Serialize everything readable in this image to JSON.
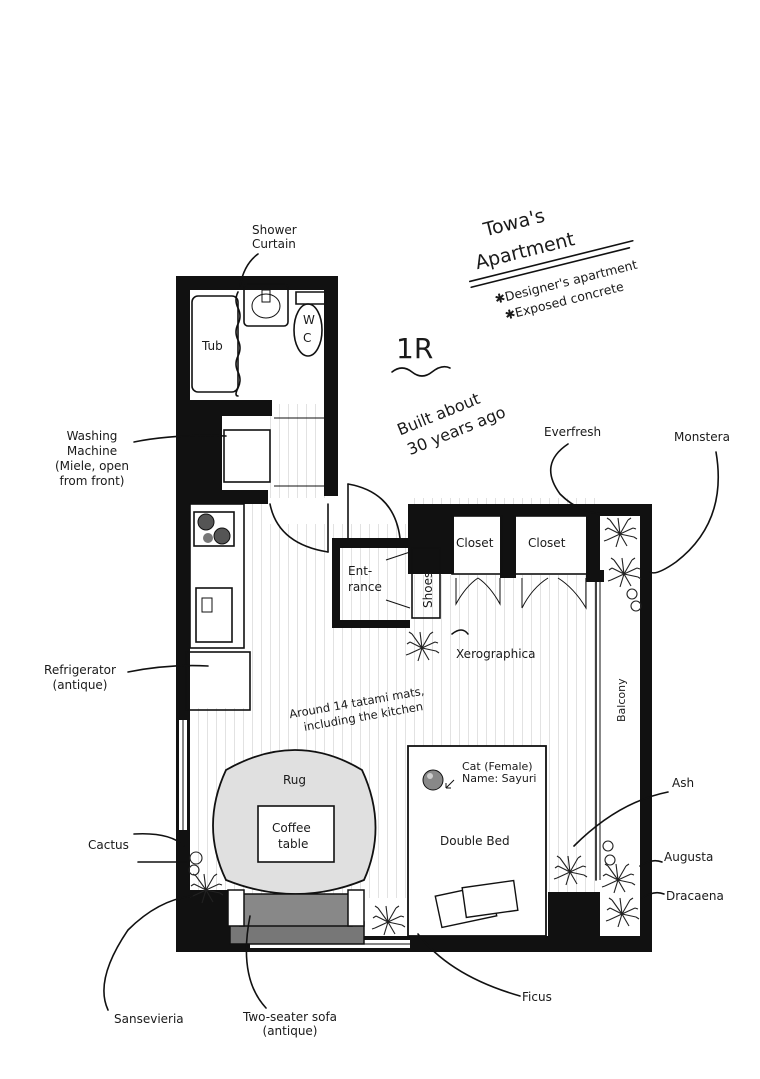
{
  "title": {
    "line1": "Towa's",
    "line2": "Apartment",
    "notes": [
      "✱Designer's apartment",
      "✱Exposed concrete"
    ]
  },
  "layout": {
    "type": "1R",
    "age": [
      "Built about",
      "30 years ago"
    ]
  },
  "rooms": {
    "tub": "Tub",
    "wc": [
      "W",
      "C"
    ],
    "entrance": [
      "Ent-",
      "rance"
    ],
    "shoes": "Shoes",
    "closet_left": "Closet",
    "closet_right": "Closet",
    "balcony": "Balcony",
    "floor_note": [
      "Around 14 tatami mats,",
      "including the kitchen"
    ],
    "rug": "Rug",
    "coffee_table": [
      "Coffee",
      "table"
    ],
    "double_bed": "Double Bed",
    "cat": [
      "Cat (Female)",
      "Name: Sayuri"
    ]
  },
  "callouts": {
    "shower_curtain": [
      "Shower",
      "Curtain"
    ],
    "washing_machine": [
      "Washing",
      "Machine",
      "(Miele, open",
      "from front)"
    ],
    "refrigerator": [
      "Refrigerator",
      "(antique)"
    ],
    "cactus": "Cactus",
    "sansevieria": "Sansevieria",
    "sofa": [
      "Two-seater sofa",
      "(antique)"
    ],
    "ficus": "Ficus",
    "xerographica": "Xerographica",
    "everfresh": "Everfresh",
    "monstera": "Monstera",
    "ash": "Ash",
    "augusta": "Augusta",
    "dracaena": "Dracaena"
  }
}
